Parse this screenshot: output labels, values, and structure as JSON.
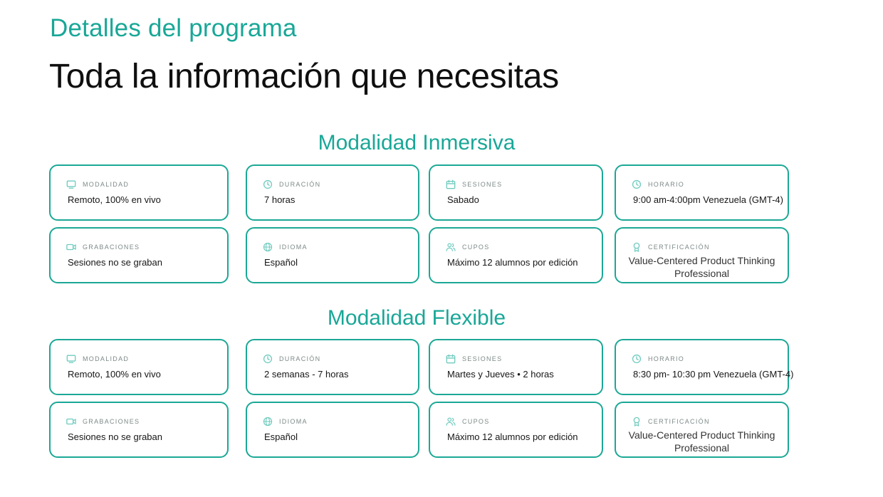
{
  "header": {
    "eyebrow": "Detalles del programa",
    "headline": "Toda la información que necesitas"
  },
  "colors": {
    "accent": "#19a797",
    "card_border": "#1ba896"
  },
  "sections": [
    {
      "title": "Modalidad Inmersiva",
      "cards": [
        {
          "icon": "monitor-icon",
          "label": "MODALIDAD",
          "value": "Remoto, 100% en vivo"
        },
        {
          "icon": "clock-icon",
          "label": "DURACIÓN",
          "value": "7 horas"
        },
        {
          "icon": "calendar-icon",
          "label": "SESIONES",
          "value": "Sabado"
        },
        {
          "icon": "clock-icon",
          "label": "HORARIO",
          "value": "9:00 am-4:00pm Venezuela (GMT-4)"
        },
        {
          "icon": "video-icon",
          "label": "GRABACIONES",
          "value": "Sesiones no se graban"
        },
        {
          "icon": "globe-icon",
          "label": "IDIOMA",
          "value": "Español"
        },
        {
          "icon": "users-icon",
          "label": "CUPOS",
          "value": "Máximo 12 alumnos por edición"
        },
        {
          "icon": "award-icon",
          "label": "CERTIFICACIÓN",
          "value": "Value-Centered Product Thinking Professional"
        }
      ]
    },
    {
      "title": "Modalidad Flexible",
      "cards": [
        {
          "icon": "monitor-icon",
          "label": "MODALIDAD",
          "value": "Remoto, 100% en vivo"
        },
        {
          "icon": "clock-icon",
          "label": "DURACIÓN",
          "value": "2 semanas - 7 horas"
        },
        {
          "icon": "calendar-icon",
          "label": "SESIONES",
          "value": "Martes y Jueves  • 2 horas"
        },
        {
          "icon": "clock-icon",
          "label": "HORARIO",
          "value": "8:30 pm- 10:30 pm Venezuela (GMT-4)"
        },
        {
          "icon": "video-icon",
          "label": "GRABACIONES",
          "value": "Sesiones no se graban"
        },
        {
          "icon": "globe-icon",
          "label": "IDIOMA",
          "value": "Español"
        },
        {
          "icon": "users-icon",
          "label": "CUPOS",
          "value": "Máximo 12 alumnos por edición"
        },
        {
          "icon": "award-icon",
          "label": "CERTIFICACIÓN",
          "value": "Value-Centered Product Thinking Professional"
        }
      ]
    }
  ]
}
